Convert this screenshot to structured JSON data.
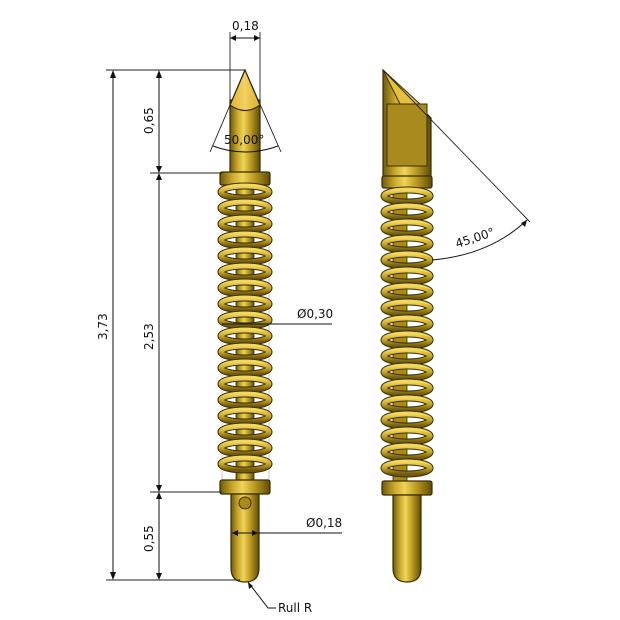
{
  "drawing": {
    "title": "Spring contact probe pin",
    "views": [
      "front-view",
      "side-view"
    ],
    "colors": {
      "brass_light": "#e8c840",
      "brass_mid": "#b89820",
      "brass_dark": "#6e5a0c",
      "tip_yellow": "#e6c23a",
      "line": "#111111"
    }
  },
  "dimensions": {
    "tip_width": "0,18",
    "tip_angle": "50,00°",
    "bevel_angle": "45,00°",
    "tip_length": "0,65",
    "spring_length": "2,53",
    "total_length": "3,73",
    "plunger_length": "0,55",
    "spring_diameter": "Ø0,30",
    "plunger_diameter": "Ø0,18",
    "end_radius": "Rull R"
  }
}
